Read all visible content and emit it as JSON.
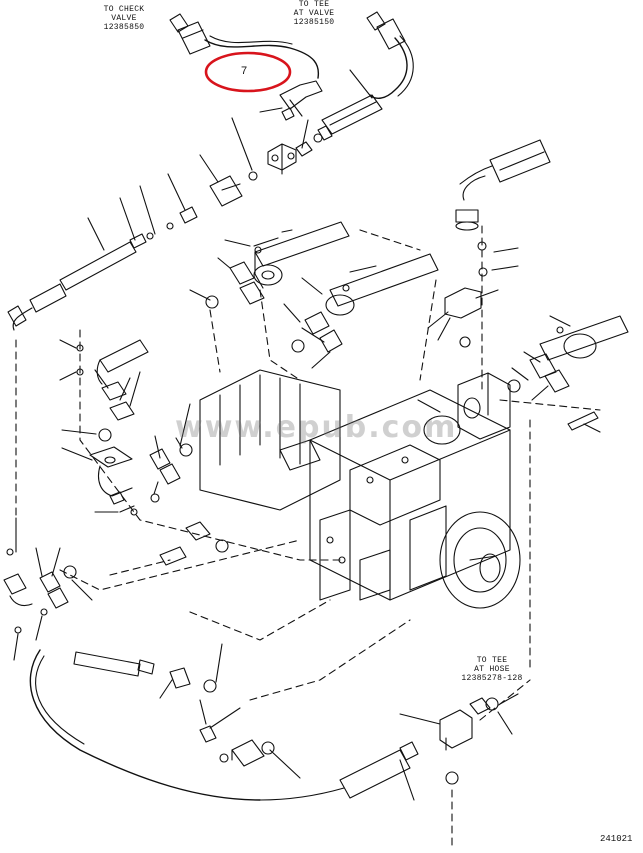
{
  "labels": {
    "check_valve": [
      "TO CHECK",
      "VALVE",
      "12385850"
    ],
    "tee_valve": [
      "TO TEE",
      "AT VALVE",
      "12385150"
    ],
    "tee_hose": [
      "TO TEE",
      "AT HOSE",
      "12385278-128"
    ]
  },
  "callout_number": "7",
  "figure_number": "241021",
  "watermark": "www.epub.com",
  "colors": {
    "line": "#111111",
    "highlight_circle": "#d8141c",
    "background": "#ffffff"
  }
}
